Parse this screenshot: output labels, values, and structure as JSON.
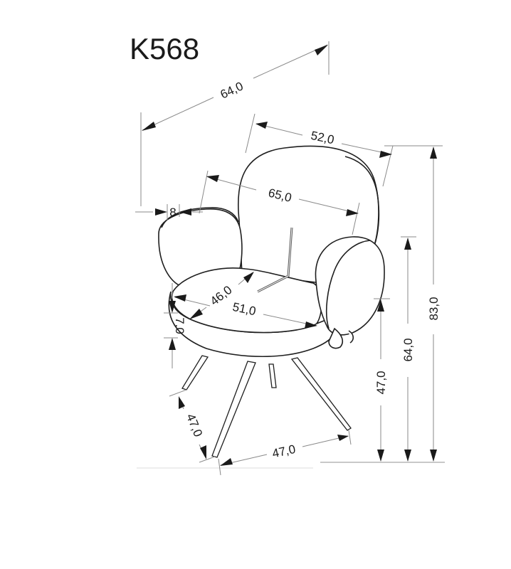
{
  "drawing": {
    "title": "K568",
    "subject": "armchair technical dimension drawing",
    "units": "cm",
    "colors": {
      "outline": "#1f1f1f",
      "dimension_line": "#8a8a8a",
      "arrow": "#1a1a1a",
      "background": "#ffffff"
    }
  },
  "dimensions": {
    "overall_width": "64,0",
    "backrest_width": "52,0",
    "inner_width": "65,0",
    "armrest_thickness": "8",
    "seat_depth": "46,0",
    "seat_width": "51,0",
    "seat_thickness": "7,0",
    "seat_height": "47,0",
    "armrest_height": "64,0",
    "overall_height": "83,0",
    "leg_span_depth": "47,0",
    "leg_span_width": "47,0"
  }
}
